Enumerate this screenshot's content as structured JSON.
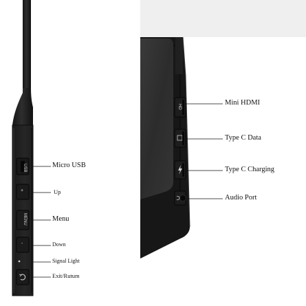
{
  "left_panel": {
    "labels": {
      "micro_usb": "Micro USB",
      "up": "Up",
      "menu": "Menu",
      "down": "Down",
      "signal_light": "Signal Light",
      "exit_return": "Exit/Rutum"
    },
    "port_marks": {
      "usb": "USB",
      "menu": "MENU",
      "up": "+",
      "down": "-"
    }
  },
  "right_panel": {
    "labels": {
      "mini_hdmi": "Mini HDMI",
      "type_c_data": "Type C Data",
      "type_c_charging": "Type C Charging",
      "audio_port": "Audio Port"
    },
    "port_marks": {
      "hdmi": "HD"
    }
  },
  "colors": {
    "device_body": "#222222",
    "device_edge": "#0e0e0e",
    "backdrop_right": "#eeeeee",
    "label_text": "#111111"
  }
}
